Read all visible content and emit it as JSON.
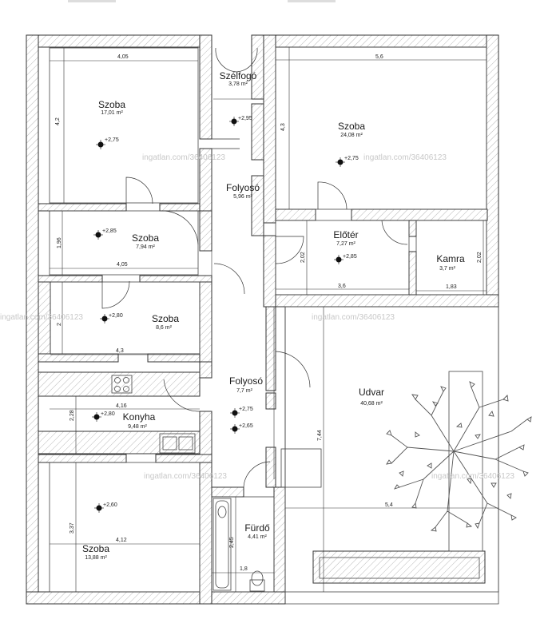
{
  "rooms": [
    {
      "name": "Szélfogó",
      "area": "3,78 m²"
    },
    {
      "name": "Szoba",
      "area": "17,01 m²"
    },
    {
      "name": "Szoba",
      "area": "24,08 m²"
    },
    {
      "name": "Folyosó",
      "area": "5,96 m²"
    },
    {
      "name": "Szoba",
      "area": "7,94 m²"
    },
    {
      "name": "Előtér",
      "area": "7,27 m²"
    },
    {
      "name": "Kamra",
      "area": "3,7 m²"
    },
    {
      "name": "Szoba",
      "area": "8,6 m²"
    },
    {
      "name": "Folyosó",
      "area": "7,7 m²"
    },
    {
      "name": "Udvar",
      "area": "40,68 m²"
    },
    {
      "name": "Konyha",
      "area": "9,48 m²"
    },
    {
      "name": "Fürdő",
      "area": "4,41 m²"
    },
    {
      "name": "Szoba",
      "area": "13,88 m²"
    }
  ],
  "levels": [
    "+2,95",
    "+2,75",
    "+2,75",
    "+2,85",
    "+2,85",
    "+2,80",
    "+2,80",
    "+2,75",
    "+2,65",
    "+2,60"
  ],
  "dimensions": [
    "4,05",
    "5,6",
    "4,2",
    "4,3",
    "1,96",
    "4,05",
    "2,02",
    "3,6",
    "2,02",
    "1,83",
    "2",
    "4,3",
    "4,16",
    "2,28",
    "7,44",
    "5,4",
    "3,37",
    "4,12",
    "2,45",
    "1,8"
  ],
  "watermark": "ingatlan.com/36406123"
}
